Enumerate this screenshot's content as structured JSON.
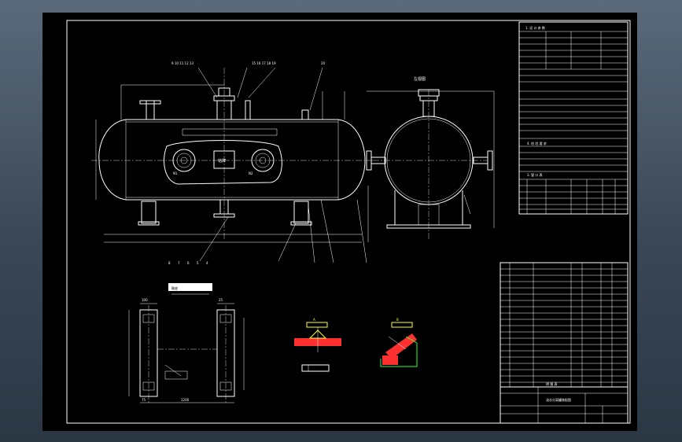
{
  "drawing": {
    "panels": {
      "tech_data": "1. 设 计 参 数",
      "nozzles": "3. 管 口 表",
      "inspection": "4. 检 验 要 求",
      "parts_list": "明 细 表",
      "title_block": "油水分离罐装配图"
    },
    "views": {
      "side_view": "左视图",
      "saddle_detail": "鞍座",
      "weld_detail_a": "A",
      "weld_detail_b": "B"
    },
    "labels": {
      "nameplate": "铭牌",
      "flange_left": "N1",
      "flange_right": "N2",
      "dim_1": "1200",
      "dim_2": "100",
      "dim_3": "25",
      "dim_4": "75"
    }
  },
  "colors": {
    "background": "#000000",
    "line": "#ffffff",
    "red": "#ff3030",
    "green": "#30ff30",
    "yellow": "#ffff30"
  }
}
